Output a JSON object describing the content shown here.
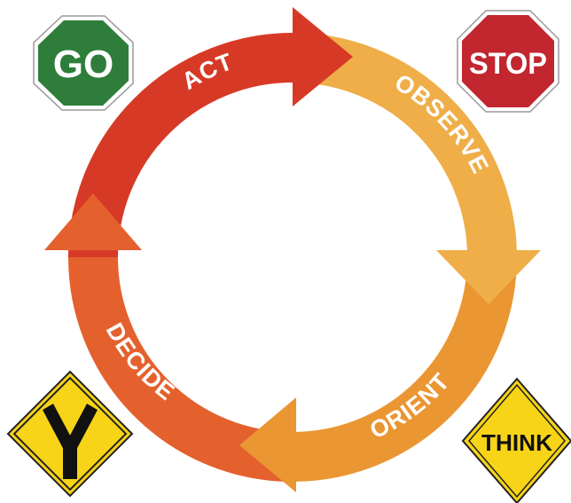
{
  "cycle": {
    "stages": [
      {
        "key": "act",
        "label": "ACT",
        "color": "#d63a26"
      },
      {
        "key": "observe",
        "label": "OBSERVE",
        "color": "#efae48"
      },
      {
        "key": "orient",
        "label": "ORIENT",
        "color": "#ea9632"
      },
      {
        "key": "decide",
        "label": "DECIDE",
        "color": "#e4612e"
      }
    ]
  },
  "signs": {
    "go": {
      "label": "GO",
      "shape": "octagon",
      "color": "#2e7d3a"
    },
    "stop": {
      "label": "STOP",
      "shape": "octagon",
      "color": "#c2262e"
    },
    "think": {
      "label": "THINK",
      "shape": "diamond",
      "color": "#f7d417"
    },
    "junction": {
      "label": "",
      "shape": "diamond",
      "icon": "y-junction-icon",
      "color": "#f7d417"
    }
  }
}
